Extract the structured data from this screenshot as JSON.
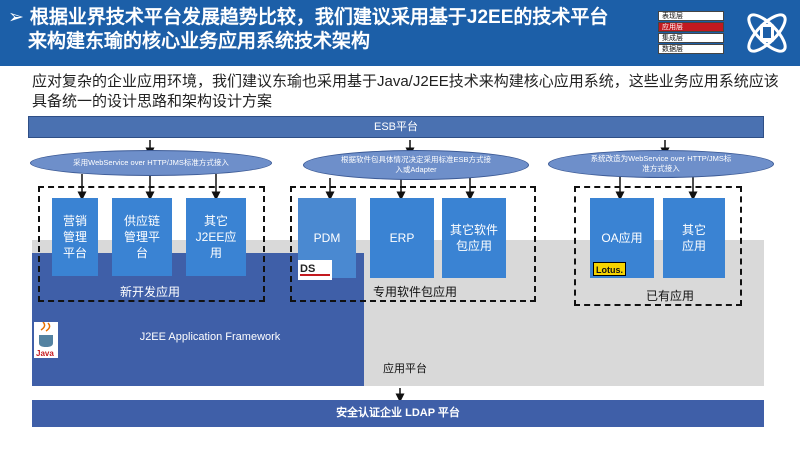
{
  "header": {
    "bullet": "➢",
    "title_line1": "根据业界技术平台发展趋势比较，我们建议采用基于J2EE的技术平台",
    "title_line2": "来构建东瑜的核心业务应用系统技术架构",
    "legend": [
      "表现层",
      "应用层",
      "集成层",
      "数据层"
    ],
    "legend_active": "应用层"
  },
  "intro_text": "应对复杂的企业应用环境，我们建议东瑜也采用基于Java/J2EE技术来构建核心应用系统，这些业务应用系统应该具备统一的设计思路和架构设计方案",
  "esb_label": "ESB平台",
  "ellipses": [
    {
      "text": "采用WebService over HTTP/JMS标准方式接入"
    },
    {
      "text": "根据软件包具体情况决定采用标准ESB方式接入或Adapter"
    },
    {
      "text": "系统改造为WebService over HTTP/JMS标准方式接入"
    }
  ],
  "groups": {
    "new_dev": {
      "label": "新开发应用",
      "apps": [
        "营销管理平台",
        "供应链管理平台",
        "其它J2EE应用"
      ]
    },
    "package": {
      "label": "专用软件包应用",
      "apps": [
        "PDM",
        "ERP",
        "其它软件包应用"
      ],
      "vendor_logo_text": "DS"
    },
    "existing": {
      "label": "已有应用",
      "apps": [
        "OA应用",
        "其它应用"
      ],
      "vendor_logo_text": "Lotus."
    }
  },
  "framework_label": "J2EE Application Framework",
  "java_logo_text": "Java",
  "platform_label": "应用平台",
  "ldap_label": "安全认证企业 LDAP 平台",
  "colors": {
    "header_bg": "#1c5fa8",
    "bar_blue": "#4a71b1",
    "app_blue": "#3a83d3",
    "platform_gray": "#d9d9d9",
    "legend_active": "#c3191f"
  }
}
